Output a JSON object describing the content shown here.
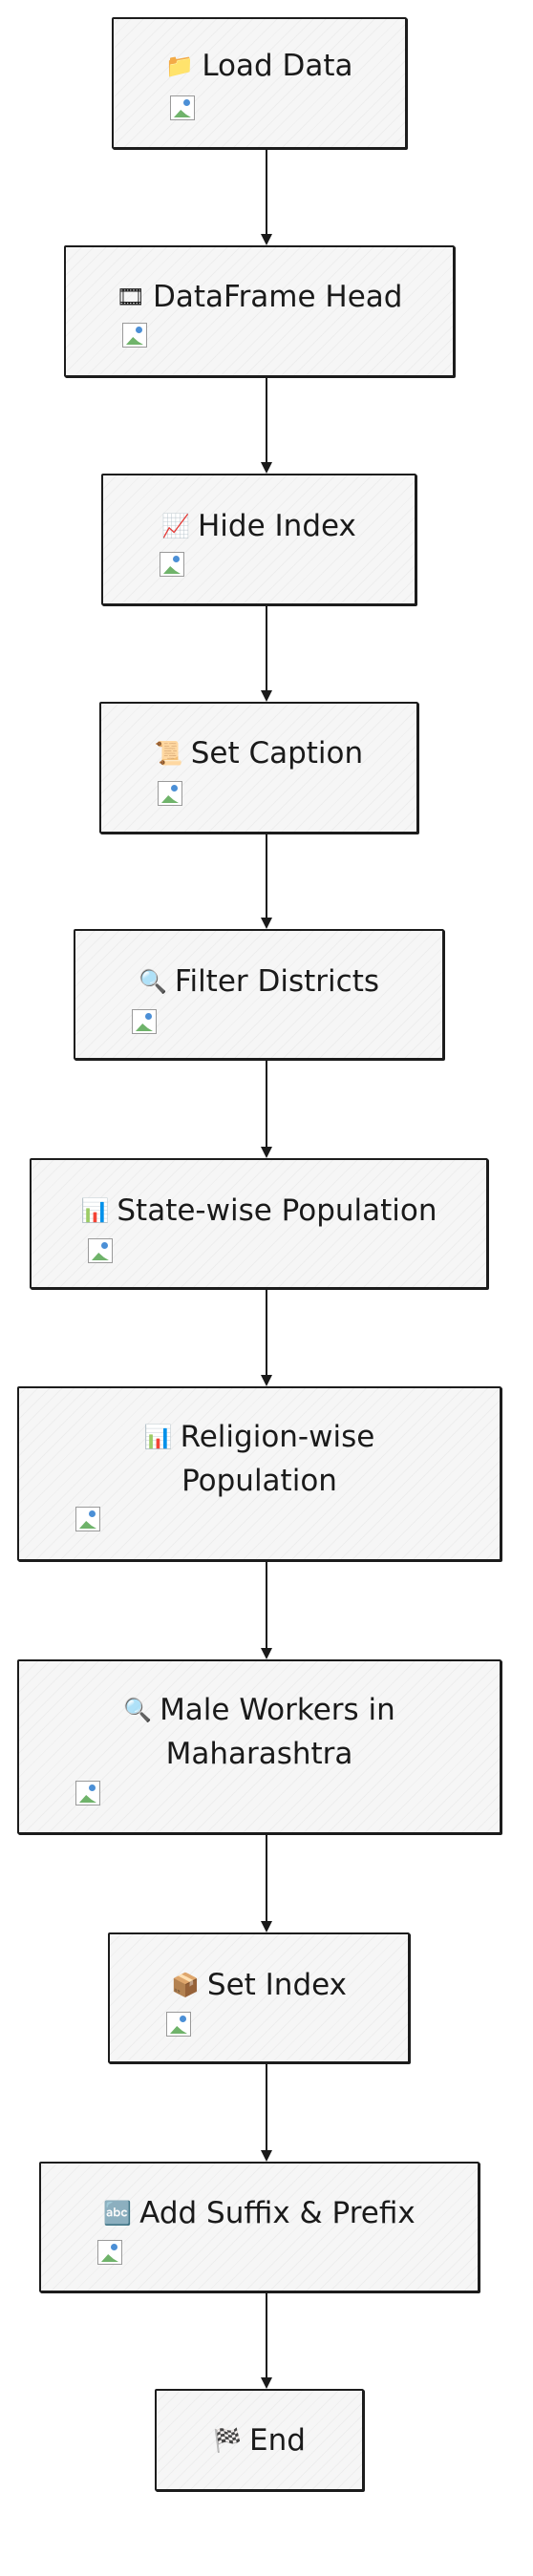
{
  "nodes": [
    {
      "id": "load-data",
      "icon": "folder-icon",
      "glyph": "📁",
      "lines": [
        "Load Data"
      ]
    },
    {
      "id": "dataframe-head",
      "icon": "ribbon-icon",
      "glyph": "🎞",
      "lines": [
        "DataFrame Head"
      ]
    },
    {
      "id": "hide-index",
      "icon": "chart-increasing-icon",
      "glyph": "📈",
      "lines": [
        "Hide Index"
      ]
    },
    {
      "id": "set-caption",
      "icon": "scroll-icon",
      "glyph": "📜",
      "lines": [
        "Set Caption"
      ]
    },
    {
      "id": "filter-districts",
      "icon": "magnifier-icon",
      "glyph": "🔍",
      "lines": [
        "Filter Districts"
      ]
    },
    {
      "id": "state-wise-population",
      "icon": "bar-chart-icon",
      "glyph": "📊",
      "lines": [
        "State-wise Population"
      ]
    },
    {
      "id": "religion-wise-population",
      "icon": "bar-chart-icon",
      "glyph": "📊",
      "lines": [
        "Religion-wise",
        "Population"
      ]
    },
    {
      "id": "male-workers-maharashtra",
      "icon": "magnifier-icon",
      "glyph": "🔍",
      "lines": [
        "Male Workers in",
        "Maharashtra"
      ]
    },
    {
      "id": "set-index",
      "icon": "box-icon",
      "glyph": "📦",
      "lines": [
        "Set Index"
      ]
    },
    {
      "id": "add-suffix-prefix",
      "icon": "abc-icon",
      "glyph": "🔤",
      "lines": [
        "Add Suffix & Prefix"
      ]
    },
    {
      "id": "end",
      "icon": "checkered-flag-icon",
      "glyph": "🏁",
      "lines": [
        "End"
      ]
    }
  ]
}
